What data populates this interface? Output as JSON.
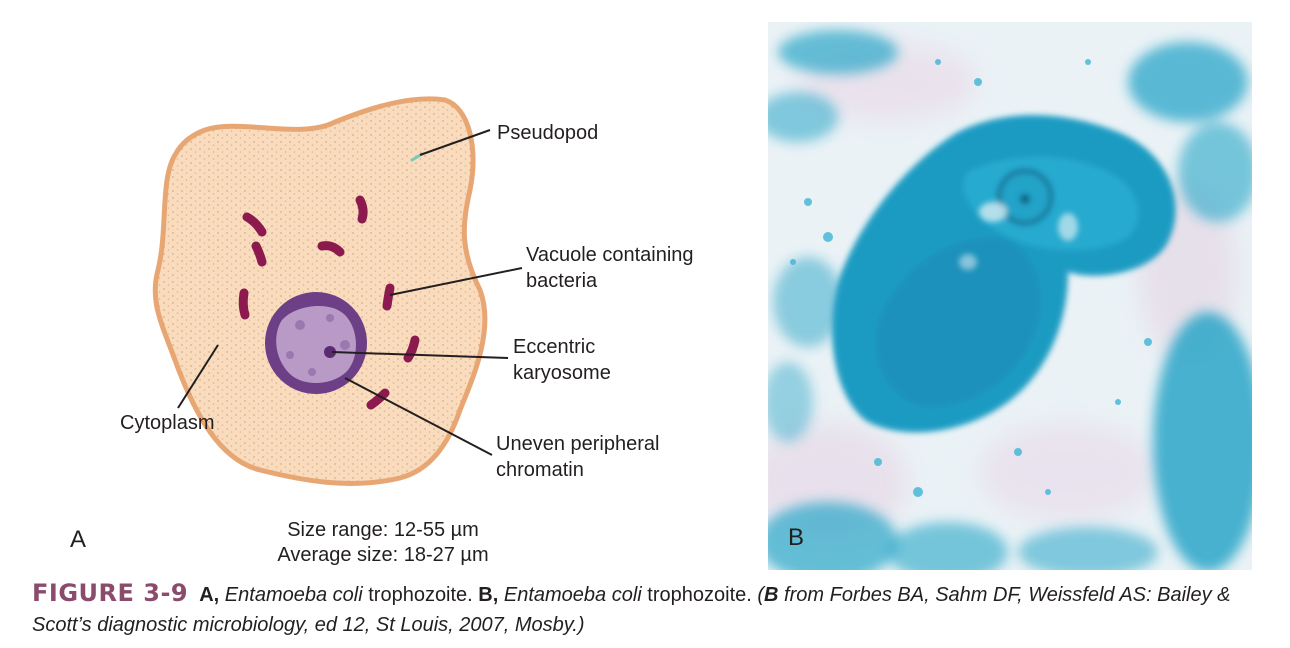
{
  "panel_a": {
    "letter": "A",
    "labels": {
      "pseudopod": "Pseudopod",
      "vacuole_line1": "Vacuole containing",
      "vacuole_line2": "bacteria",
      "karyosome_line1": "Eccentric",
      "karyosome_line2": "karyosome",
      "chromatin_line1": "Uneven peripheral",
      "chromatin_line2": "chromatin",
      "cytoplasm": "Cytoplasm"
    },
    "size_range": "Size range: 12-55 µm",
    "average_size": "Average size: 18-27 µm"
  },
  "panel_b": {
    "letter": "B"
  },
  "caption": {
    "figure_label": "FIGURE 3-9",
    "a_marker": "A,",
    "a_species": "Entamoeba coli",
    "a_text": " trophozoite. ",
    "b_marker": "B,",
    "b_species": "Entamoeba coli",
    "b_text": " trophozoite. ",
    "source_open": "(",
    "source_b": "B",
    "source_text": " from Forbes BA, Sahm DF, Weissfeld AS: Bailey & Scott’s diagnostic microbiology, ed 12, St Louis, 2007, Mosby.)"
  },
  "colors": {
    "cell_fill": "#f9dcbd",
    "cell_border": "#e8a673",
    "bacteria": "#8c1a4e",
    "nucleus": "#6d3f87",
    "karyosome_fill": "#b99ac7",
    "stain_blue": "#2aa6c8",
    "figure_label": "#8b4b6c"
  }
}
